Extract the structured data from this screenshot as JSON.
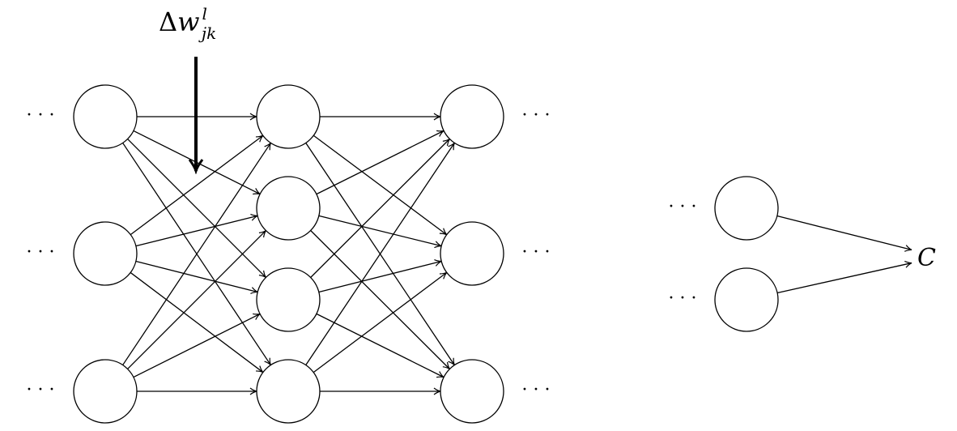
{
  "diagram": {
    "title_label": {
      "delta": "Δ",
      "var": "w",
      "sup": "l",
      "sub": "jk"
    },
    "ellipsis": "· · ·",
    "cost_label": "C",
    "network": {
      "layer_sizes": [
        3,
        4,
        3
      ],
      "fully_connected": true,
      "highlighted_weight": {
        "from_layer": 0,
        "to_layer": 1
      }
    },
    "output_layer": {
      "nodes": 2,
      "connects_to": "C"
    },
    "colors": {
      "stroke": "#000000",
      "fill": "#ffffff"
    }
  }
}
